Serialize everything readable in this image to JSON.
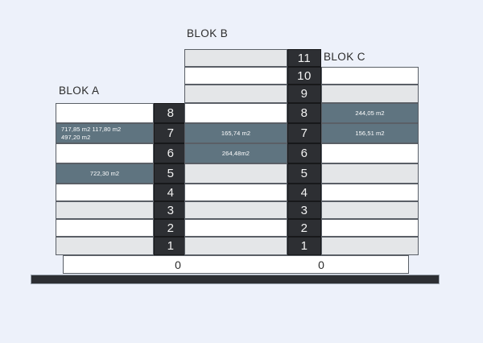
{
  "diagram": {
    "type": "building-floor-stack",
    "background_color": "#edf1fa",
    "colors": {
      "highlight": "#5f7480",
      "gray_row": "#e4e6e8",
      "white_row": "#ffffff",
      "number_cell": "#2d2f33",
      "base": "#2d2f33"
    },
    "ground_floor": {
      "label_a": "0",
      "label_b": "0"
    },
    "blocks": [
      {
        "id": "a",
        "title": "BLOK A",
        "floors": [
          {
            "number": "8",
            "fill": "white",
            "area": ""
          },
          {
            "number": "7",
            "fill": "slate",
            "area_line1": "717,85 m2  117,80 m2",
            "area_line2": "497,20 m2"
          },
          {
            "number": "6",
            "fill": "white",
            "area": ""
          },
          {
            "number": "5",
            "fill": "slate",
            "area": "722,30 m2"
          },
          {
            "number": "4",
            "fill": "white",
            "area": ""
          },
          {
            "number": "3",
            "fill": "gray",
            "area": ""
          },
          {
            "number": "2",
            "fill": "white",
            "area": ""
          },
          {
            "number": "1",
            "fill": "gray",
            "area": ""
          }
        ]
      },
      {
        "id": "b",
        "title": "BLOK B",
        "floors": [
          {
            "number": "11",
            "fill": "gray",
            "area": ""
          },
          {
            "number": "10",
            "fill": "white",
            "area": ""
          },
          {
            "number": "9",
            "fill": "gray",
            "area": ""
          },
          {
            "number": "8",
            "fill": "white",
            "area": ""
          },
          {
            "number": "7",
            "fill": "slate",
            "area": "165,74 m2"
          },
          {
            "number": "6",
            "fill": "slate",
            "area": "264,48m2"
          },
          {
            "number": "5",
            "fill": "gray",
            "area": ""
          },
          {
            "number": "4",
            "fill": "white",
            "area": ""
          },
          {
            "number": "3",
            "fill": "gray",
            "area": ""
          },
          {
            "number": "2",
            "fill": "white",
            "area": ""
          },
          {
            "number": "1",
            "fill": "gray",
            "area": ""
          }
        ]
      },
      {
        "id": "c",
        "title": "BLOK C",
        "floors": [
          {
            "number": "10",
            "fill": "white",
            "area": ""
          },
          {
            "number": "9",
            "fill": "gray",
            "area": ""
          },
          {
            "number": "8",
            "fill": "slate",
            "area": "244,05 m2"
          },
          {
            "number": "7",
            "fill": "slate",
            "area": "156,51 m2"
          },
          {
            "number": "6",
            "fill": "white",
            "area": ""
          },
          {
            "number": "5",
            "fill": "gray",
            "area": ""
          },
          {
            "number": "4",
            "fill": "white",
            "area": ""
          },
          {
            "number": "3",
            "fill": "gray",
            "area": ""
          },
          {
            "number": "2",
            "fill": "white",
            "area": ""
          },
          {
            "number": "1",
            "fill": "gray",
            "area": ""
          }
        ]
      }
    ]
  }
}
